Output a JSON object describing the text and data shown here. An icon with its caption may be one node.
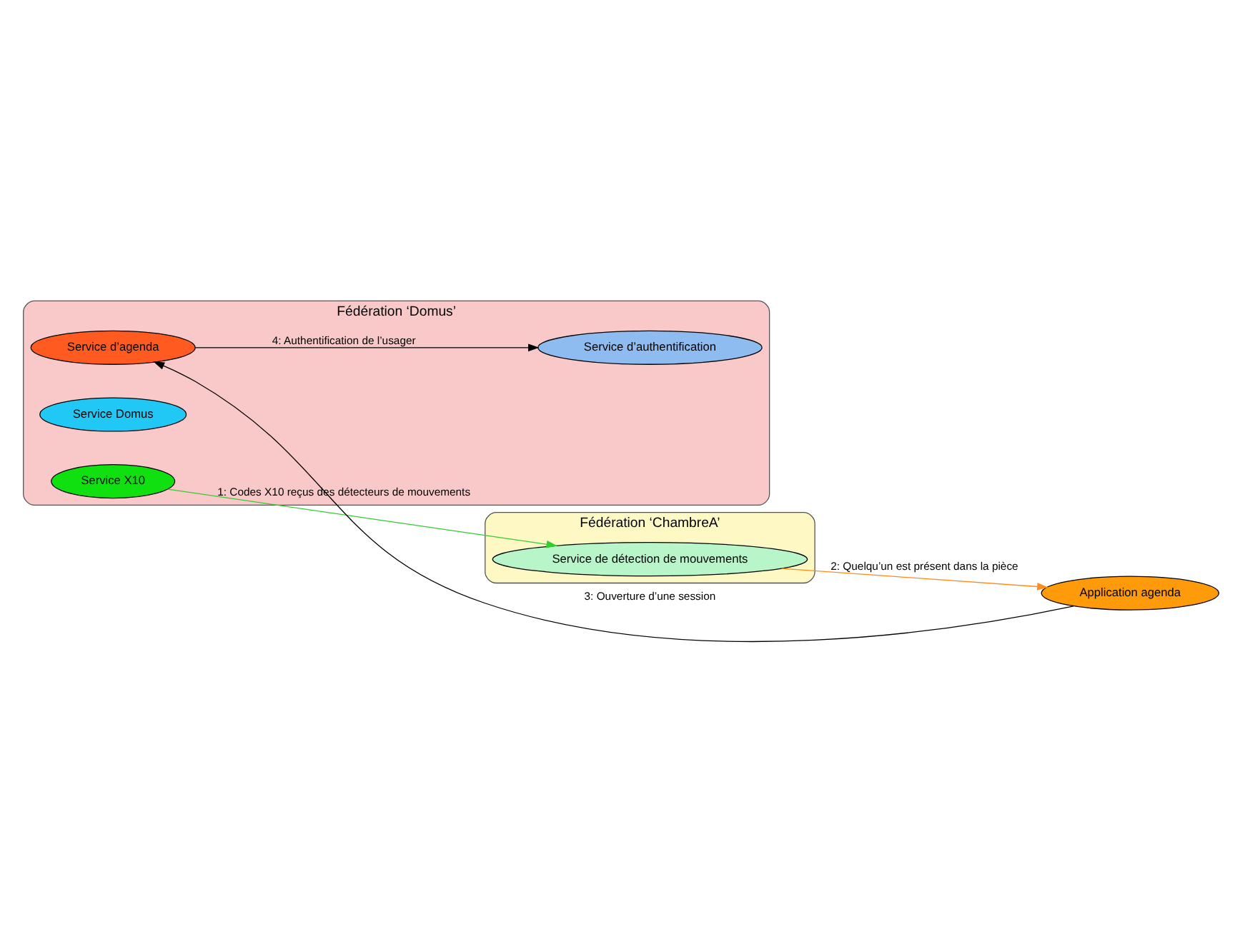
{
  "diagram": {
    "nodes": [
      {
        "text": [
          "Fédération ‘Domus’"
        ]
      },
      {
        "text": [
          "Service d’agenda"
        ],
        "in": 0
      },
      {
        "text": [
          "Fédération ‘ChambreA’"
        ]
      },
      {
        "text": [
          "Service Domus"
        ],
        "in": 0
      },
      {
        "text": [
          "Application agenda"
        ]
      },
      {
        "text": [
          "Service de détection de mouvements"
        ],
        "in": 2
      },
      {
        "text": [
          "Service d’authentification"
        ],
        "in": 0
      },
      {
        "text": [
          "Service X10"
        ],
        "in": 0
      }
    ],
    "edges": [
      {
        "from": 7,
        "to": 5,
        "arrow": "to",
        "label": "1: Codes X10 reçus des détecteurs de mouvements",
        "color": "#33cc33"
      },
      {
        "from": 5,
        "to": 4,
        "arrow": "to",
        "label": "2: Quelqu’un est présent dans la pièce",
        "color": "#ff8c1a"
      },
      {
        "from": 4,
        "to": 1,
        "arrow": "to",
        "label": "3: Ouverture d’une session"
      },
      {
        "from": 1,
        "to": 6,
        "arrow": "to",
        "label": "4: Authentification de l’usager"
      }
    ]
  }
}
